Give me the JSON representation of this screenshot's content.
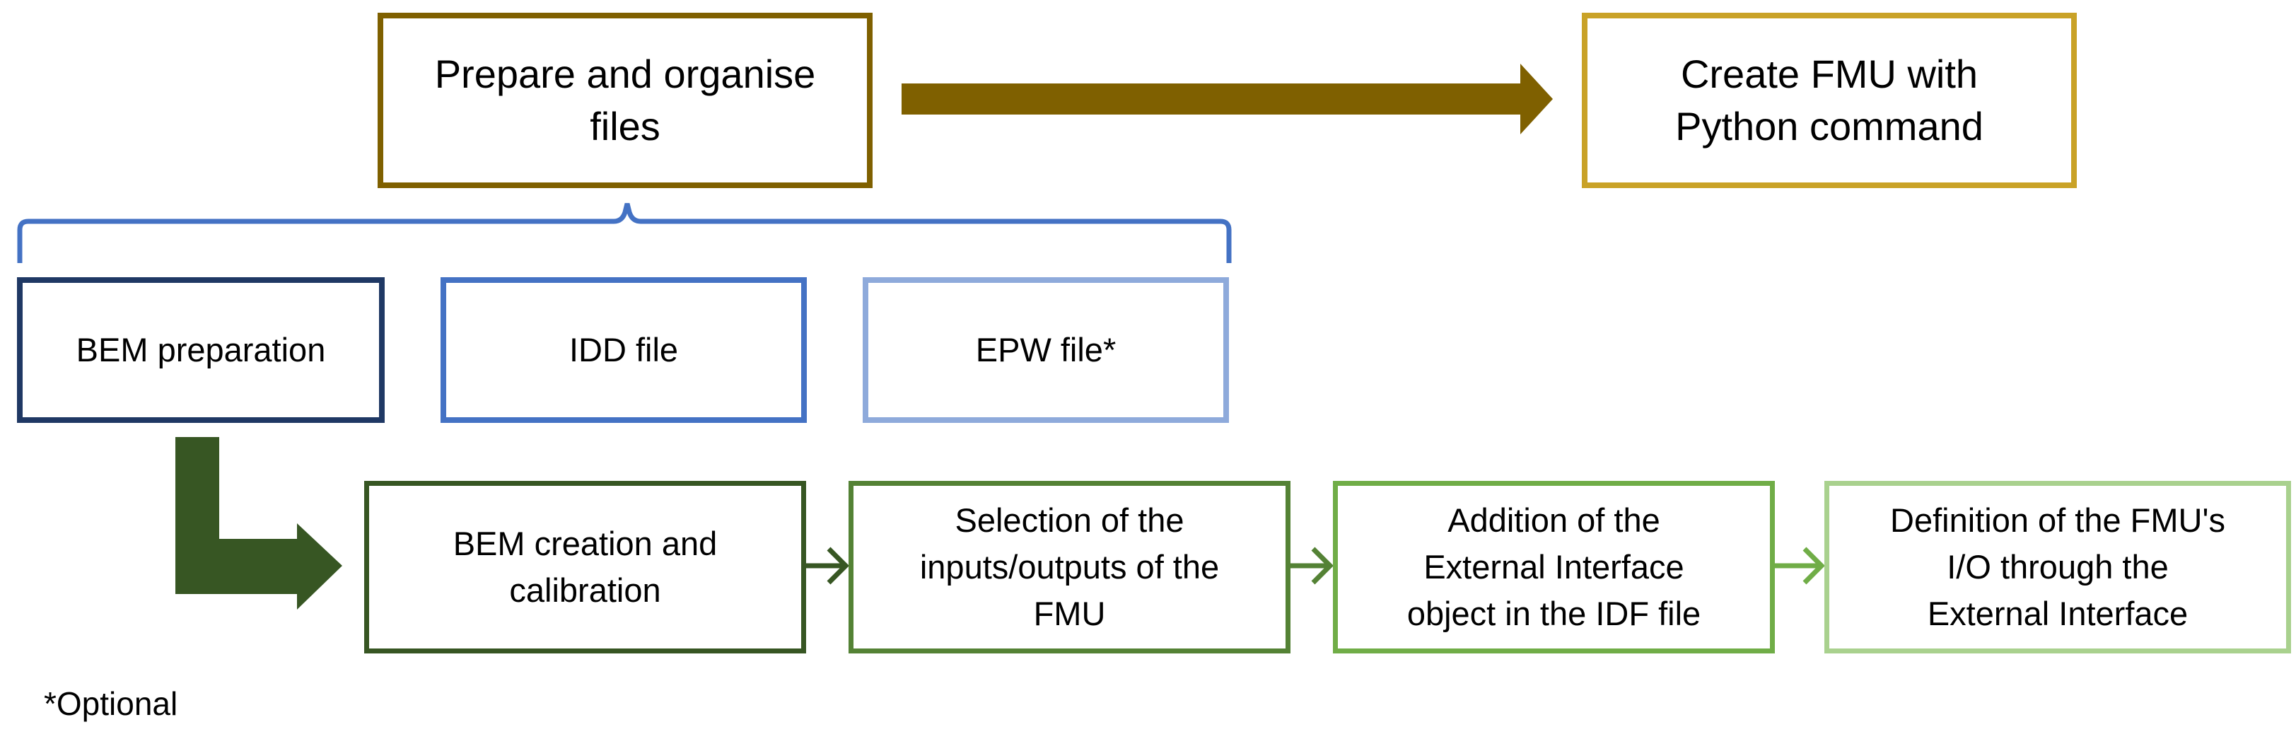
{
  "colors": {
    "top_box": "#7F6000",
    "create_box": "#C9A227",
    "top_arrow": "#7F6000",
    "bracket": "#4472C4",
    "bem_prep_border": "#1F3864",
    "idd_border": "#4472C4",
    "epw_border": "#8EAADB",
    "elbow_arrow": "#375623",
    "step1_border": "#375623",
    "step2_border": "#548235",
    "step3_border": "#70AD47",
    "step4_border": "#A9D18E",
    "connector1": "#375623",
    "connector2": "#548235",
    "connector3": "#70AD47"
  },
  "top": {
    "prepare": "Prepare and organise\nfiles",
    "create": "Create FMU with\nPython command"
  },
  "files": {
    "bem_preparation": "BEM preparation",
    "idd_file": "IDD file",
    "epw_file": "EPW file*"
  },
  "steps": {
    "step1": "BEM creation and\ncalibration",
    "step2": "Selection of the\ninputs/outputs of the\nFMU",
    "step3": "Addition of the\nExternal Interface\nobject in the IDF file",
    "step4": "Definition of the FMU's\nI/O through the\nExternal Interface"
  },
  "footnote": "*Optional"
}
